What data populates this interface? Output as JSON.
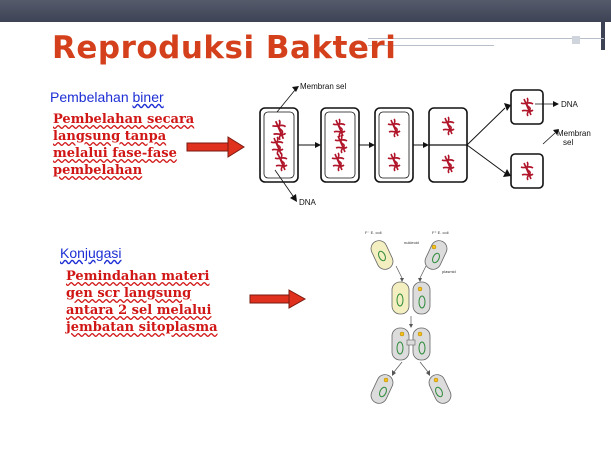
{
  "slide": {
    "title": "Reproduksi Bakteri"
  },
  "binary_fission": {
    "heading_word1": "Pembelahan",
    "heading_word2": "biner",
    "description_lines": [
      "Pembelahan secara",
      "langsung tanpa",
      "melalui fase-fase",
      "pembelahan"
    ],
    "diagram_labels": {
      "cell_membrane_top": "Membran sel",
      "dna_right": "DNA",
      "membrane_right_1": "Membran",
      "membrane_right_2": "sel",
      "dna_bottom": "DNA"
    }
  },
  "conjugation": {
    "heading": "Konjugasi",
    "description_lines": [
      "Pemindahan materi",
      "gen scr langsung",
      "antara 2 sel melalui",
      "jembatan sitoplasma"
    ],
    "diagram_labels": {
      "f_minus": "F⁻ E. coli",
      "f_plus": "F⁺ E. coli",
      "nucleoid": "nukleoid",
      "plasmid": "plasmid"
    }
  },
  "colors": {
    "title": "#d4401c",
    "heading": "#1d2fd4",
    "body_text": "#d11616",
    "arrow": "#e0301e",
    "top_bar": "#4a4f60"
  }
}
